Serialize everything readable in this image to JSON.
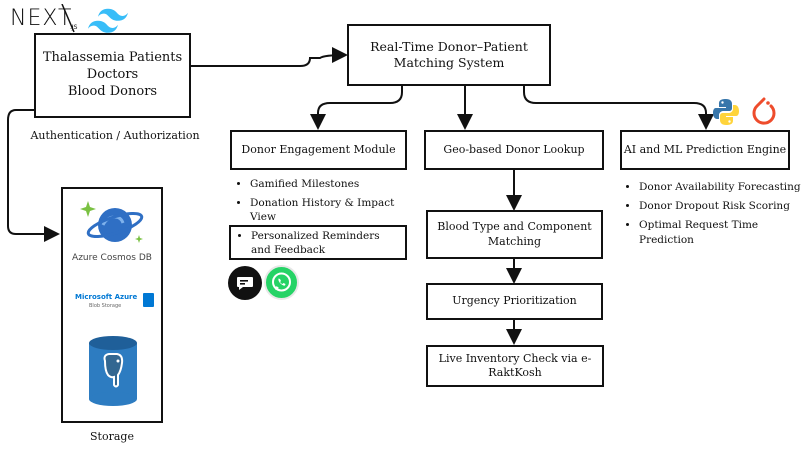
{
  "logos": {
    "nextjs": "NEXT",
    "nextjs_suffix": ".JS"
  },
  "users_box": {
    "lines": [
      "Thalassemia Patients",
      "Doctors",
      "Blood Donors"
    ]
  },
  "auth_label": "Authentication / Authorization",
  "matching_box": {
    "lines": [
      "Real-Time Donor–Patient",
      "Matching System"
    ]
  },
  "engagement": {
    "title": "Donor Engagement Module",
    "items": [
      "Gamified Milestones",
      "Donation History & Impact View",
      "Personalized Reminders and Feedback"
    ]
  },
  "geo": {
    "title": "Geo-based Donor Lookup",
    "steps": [
      "Blood Type and Component Matching",
      "Urgency Prioritization",
      "Live Inventory Check via e-RaktKosh"
    ]
  },
  "ai": {
    "title": "AI and ML Prediction Engine",
    "items": [
      "Donor Availability Forecasting",
      "Donor Dropout Risk Scoring",
      "Optimal Request Time Prediction"
    ]
  },
  "storage": {
    "label": "Storage",
    "cosmos_label": "Azure Cosmos DB",
    "azure_title": "Microsoft Azure",
    "azure_sub": "Blob Storage"
  },
  "colors": {
    "border": "#111111",
    "cosmos": "#2f6fc4",
    "azure": "#0078d4",
    "postgres": "#336791",
    "python_blue": "#3776ab",
    "python_yellow": "#ffd43b",
    "pytorch": "#ee4c2c",
    "whatsapp": "#25d366"
  },
  "icons": [
    "nextjs-logo",
    "tailwind-icon",
    "cosmos-db-icon",
    "azure-blob-icon",
    "postgres-icon",
    "python-icon",
    "pytorch-icon",
    "chat-icon",
    "whatsapp-icon"
  ]
}
